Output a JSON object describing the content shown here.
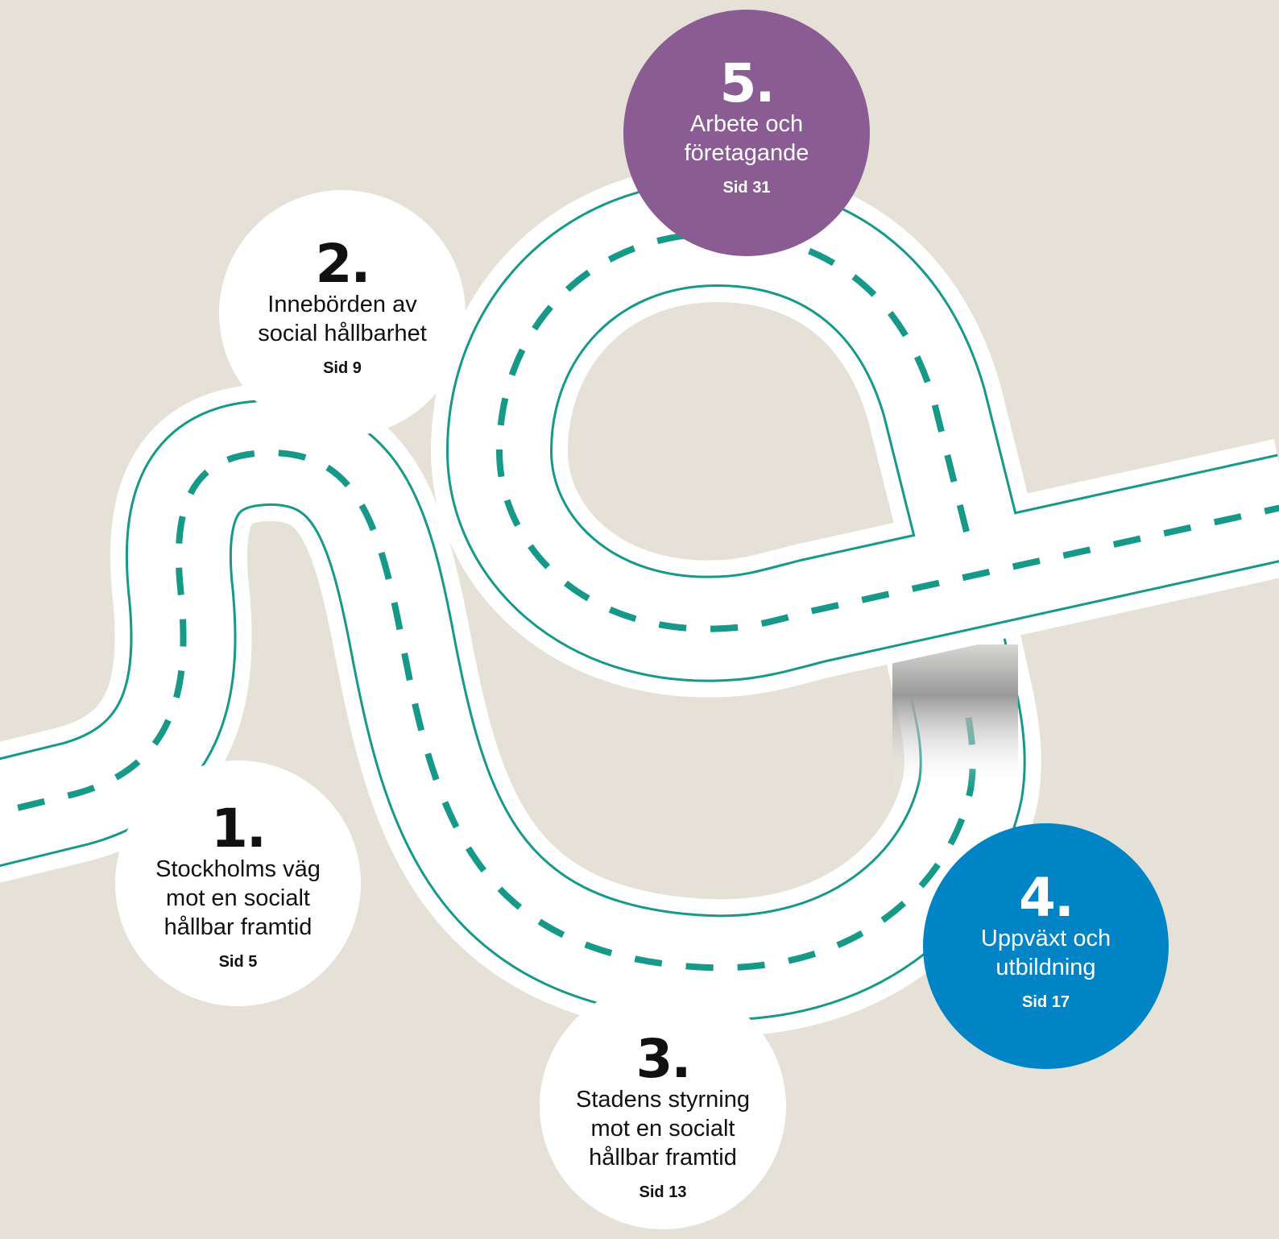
{
  "colors": {
    "background": "#e5e1d6",
    "road": "#ffffff",
    "road_line": "#17998a",
    "station_purple": "#8b5b94",
    "station_blue": "#0084c6"
  },
  "stations": [
    {
      "number": "1.",
      "title": "Stockholms väg\nmot en socialt\nhållbar framtid",
      "page": "Sid 5"
    },
    {
      "number": "2.",
      "title": "Innebörden av\nsocial hållbarhet",
      "page": "Sid 9"
    },
    {
      "number": "3.",
      "title": "Stadens styrning\nmot en socialt\nhållbar framtid",
      "page": "Sid 13"
    },
    {
      "number": "4.",
      "title": "Uppväxt och\nutbildning",
      "page": "Sid 17"
    },
    {
      "number": "5.",
      "title": "Arbete och\nföretagande",
      "page": "Sid 31"
    }
  ]
}
